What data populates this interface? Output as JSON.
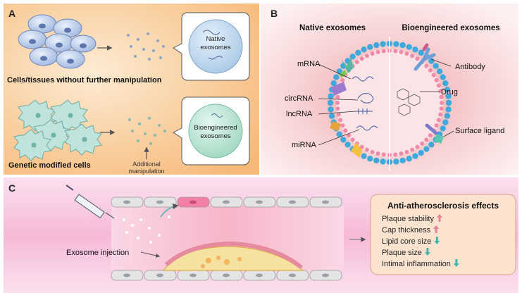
{
  "panels": {
    "a": {
      "letter": "A",
      "row1_label": "Cells/tissues without further manipulation",
      "row1_bubble": [
        "Native",
        "exosomes"
      ],
      "row2_label": "Genetic modified cells",
      "row2_bubble": [
        "Bioengineered",
        "exosomes"
      ],
      "additional": [
        "Additional",
        "manipulation"
      ]
    },
    "b": {
      "letter": "B",
      "native_title": "Native exosomes",
      "bio_title": "Bioengineered exosomes",
      "labels": {
        "mrna": "mRNA",
        "circrna": "circRNA",
        "lncrna": "lncRNA",
        "mirna": "miRNA",
        "antibody": "Antibody",
        "drug": "Drug",
        "ligand": "Surface ligand"
      }
    },
    "c": {
      "letter": "C",
      "injection_label": "Exosome injection",
      "effects_title": "Anti-atherosclerosis effects",
      "effects": [
        {
          "label": "Plaque stability",
          "dir": "up"
        },
        {
          "label": "Cap thickness",
          "dir": "up"
        },
        {
          "label": "Lipid core size",
          "dir": "down"
        },
        {
          "label": "Plaque size",
          "dir": "down"
        },
        {
          "label": "Intimal inflammation",
          "dir": "down"
        }
      ]
    }
  },
  "colors": {
    "up_arrow": "#e8829a",
    "down_arrow": "#3fb7b0",
    "membrane_bead": "#3fa9dc",
    "panel_a_bg": "#f7c58e",
    "effects_box": "#fbe3cf"
  }
}
